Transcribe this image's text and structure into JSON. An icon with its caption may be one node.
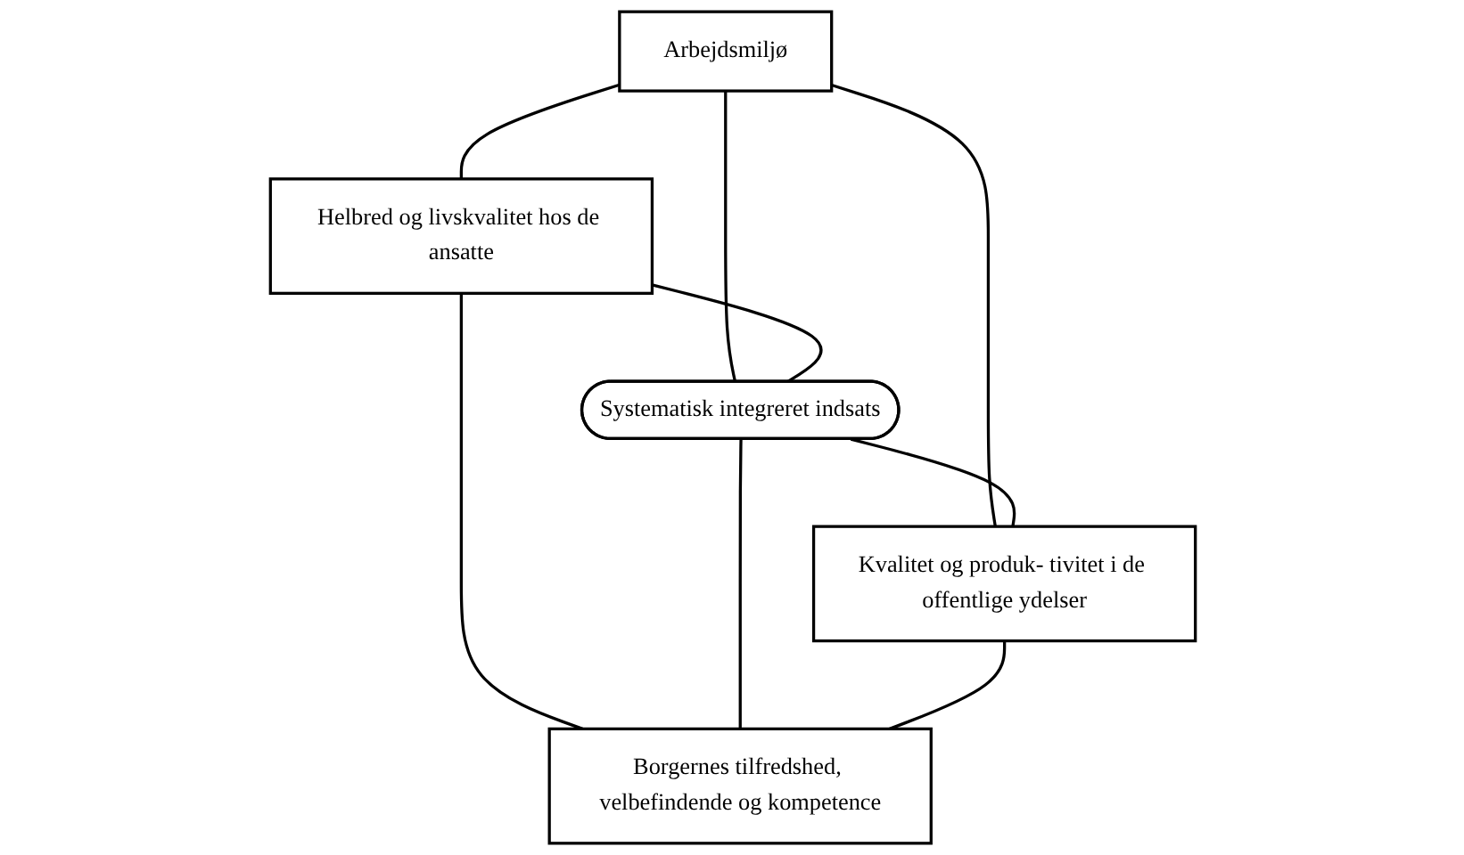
{
  "diagram": {
    "nodes": [
      {
        "text": [
          "Arbejdsmiljø"
        ]
      },
      {
        "text": [
          "Helbred og livskvalitet hos de ansatte"
        ]
      },
      {
        "text": [
          "Systematisk integreret indsats"
        ]
      },
      {
        "text": [
          "Kvalitet og produk- tivitet i de offentlige ydelser"
        ]
      },
      {
        "text": [
          "Borgernes tilfredshed, velbefindende og kompetence"
        ]
      }
    ],
    "edges": [
      {
        "from": 0,
        "to": 1,
        "arrow": "none"
      },
      {
        "from": 0,
        "to": 2,
        "arrow": "none"
      },
      {
        "from": 1,
        "to": 2,
        "arrow": "none"
      },
      {
        "from": 0,
        "to": 3,
        "arrow": "none"
      },
      {
        "from": 1,
        "to": 4,
        "arrow": "none"
      },
      {
        "from": 2,
        "to": 3,
        "arrow": "none"
      },
      {
        "from": 2,
        "to": 4,
        "arrow": "none"
      },
      {
        "from": 3,
        "to": 4,
        "arrow": "none"
      }
    ]
  }
}
